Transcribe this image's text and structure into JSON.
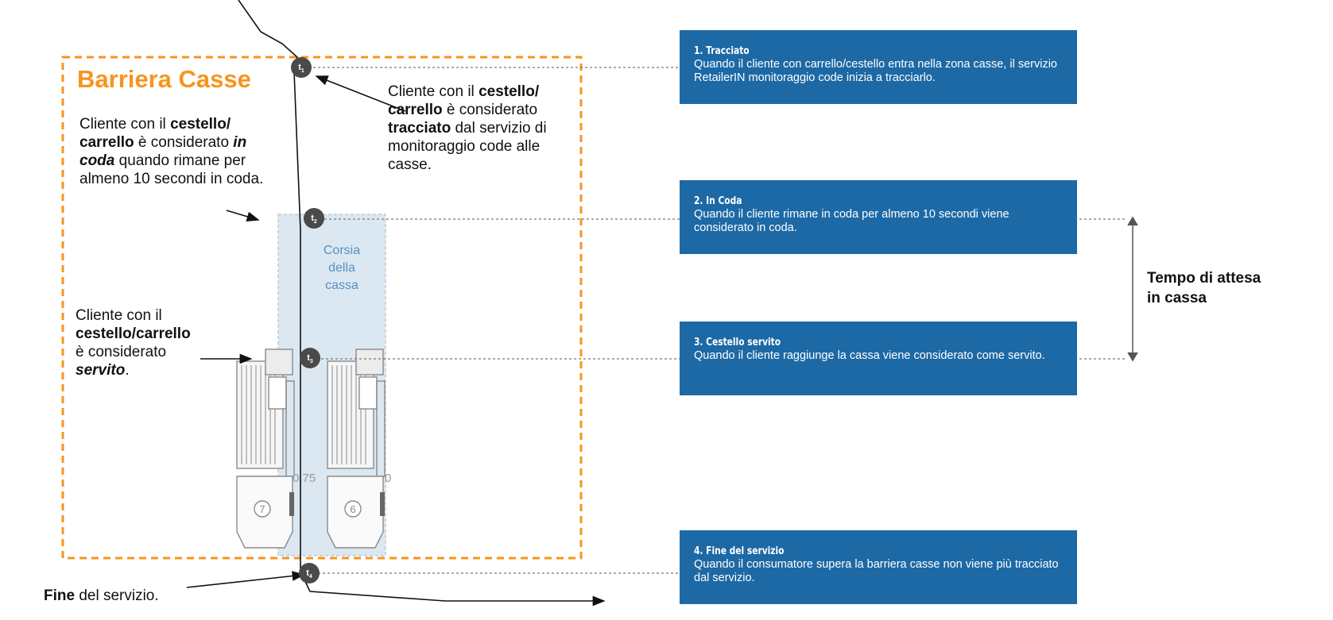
{
  "title": "Barriera Casse",
  "lane_label": [
    "Corsia",
    "della",
    "cassa"
  ],
  "annotations": {
    "tracciato": {
      "pre": "Cliente con il ",
      "b1": "cestello/",
      "mid1": "carrello",
      "mid2": " è considerato ",
      "b2": "tracciato",
      "post": " dal servizio di monitoraggio code alle casse."
    },
    "in_coda": {
      "pre": "Cliente con il ",
      "b1": "cestello/",
      "b2": "carrello",
      "mid": " è considerato ",
      "bi": "in coda",
      "post": " quando rimane per almeno 10 secondi in coda."
    },
    "servito": {
      "pre": "Cliente con il ",
      "b1": "cestello/carrello",
      "mid": " è considerato ",
      "bi": "servito",
      "post": "."
    },
    "fine": {
      "b": "Fine",
      "post": " del servizio."
    }
  },
  "steps": [
    {
      "node": "t",
      "sub": "1",
      "title": "1. Tracciato",
      "text": "Quando il cliente con carrello/cestello entra nella zona casse, il servizio RetailerIN monitoraggio code inizia a tracciarlo."
    },
    {
      "node": "t",
      "sub": "2",
      "title": "2. In Coda",
      "text": "Quando il cliente rimane in coda per almeno 10 secondi viene considerato in coda."
    },
    {
      "node": "t",
      "sub": "3",
      "title": "3. Cestello servito",
      "text": "Quando il cliente raggiunge la cassa viene considerato come servito."
    },
    {
      "node": "t",
      "sub": "4",
      "title": "4. Fine del servizio",
      "text": "Quando il consumatore supera la barriera casse non viene più tracciato dal servizio."
    }
  ],
  "wait_label": [
    "Tempo di attesa",
    "in cassa"
  ],
  "checkouts": [
    {
      "number": "7",
      "width_label": "0.75"
    },
    {
      "number": "6",
      "width_label": "0"
    }
  ],
  "colors": {
    "accent": "#f7941d",
    "box": "#1d69a5",
    "lane": "#dbe8f1",
    "node": "#4a4a4a"
  }
}
